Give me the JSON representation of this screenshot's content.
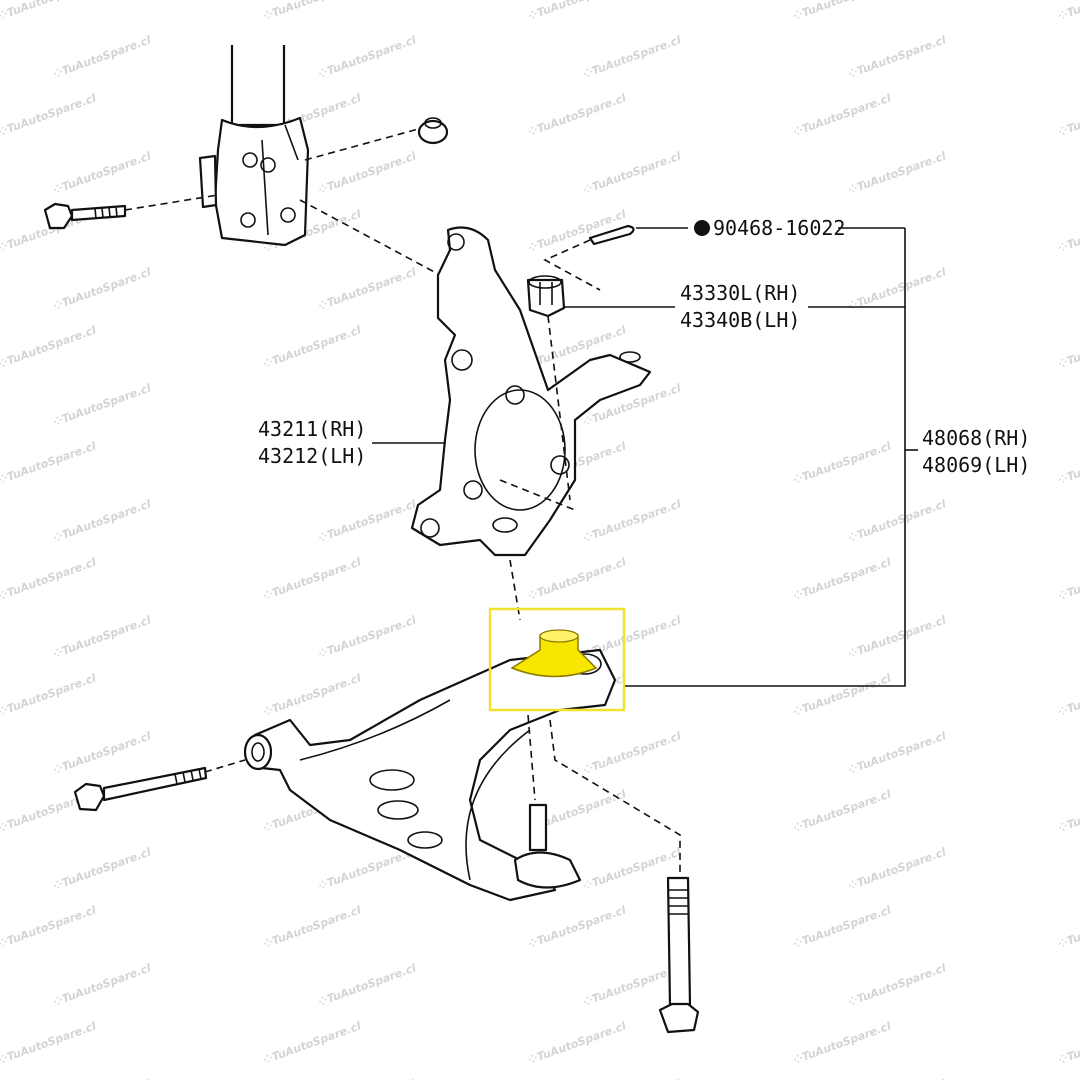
{
  "watermark": "TuAutoSpare.cl",
  "highlight_color": "#f7e600",
  "parts": {
    "cotter_pin": {
      "marker": "●",
      "number": "90468-16022"
    },
    "nut": {
      "rh": "43330L(RH)",
      "lh": "43340B(LH)"
    },
    "knuckle": {
      "rh": "43211(RH)",
      "lh": "43212(LH)"
    },
    "lower_arm": {
      "rh": "48068(RH)",
      "lh": "48069(LH)"
    }
  }
}
